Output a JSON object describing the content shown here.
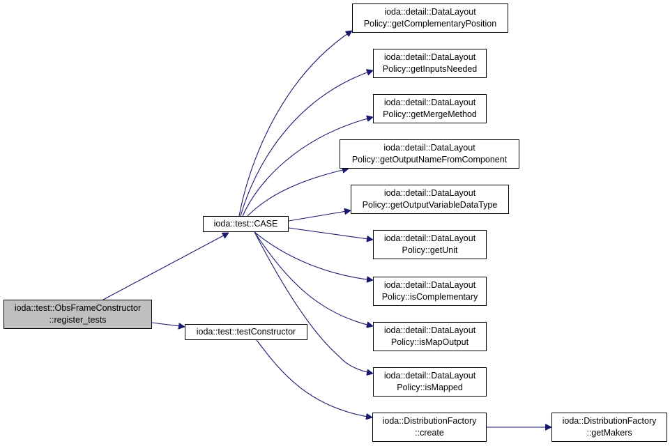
{
  "colors": {
    "edge": "#191970",
    "root_fill": "#bfbfbf",
    "node_fill": "#ffffff",
    "border": "#000000"
  },
  "nodes": {
    "register_tests": {
      "lines": [
        "ioda::test::ObsFrameConstructor",
        "::register_tests"
      ]
    },
    "case": {
      "lines": [
        "ioda::test::CASE"
      ]
    },
    "testConstructor": {
      "lines": [
        "ioda::test::testConstructor"
      ]
    },
    "getComplementaryPosition": {
      "lines": [
        "ioda::detail::DataLayout",
        "Policy::getComplementaryPosition"
      ]
    },
    "getInputsNeeded": {
      "lines": [
        "ioda::detail::DataLayout",
        "Policy::getInputsNeeded"
      ]
    },
    "getMergeMethod": {
      "lines": [
        "ioda::detail::DataLayout",
        "Policy::getMergeMethod"
      ]
    },
    "getOutputNameFromComponent": {
      "lines": [
        "ioda::detail::DataLayout",
        "Policy::getOutputNameFromComponent"
      ]
    },
    "getOutputVariableDataType": {
      "lines": [
        "ioda::detail::DataLayout",
        "Policy::getOutputVariableDataType"
      ]
    },
    "getUnit": {
      "lines": [
        "ioda::detail::DataLayout",
        "Policy::getUnit"
      ]
    },
    "isComplementary": {
      "lines": [
        "ioda::detail::DataLayout",
        "Policy::isComplementary"
      ]
    },
    "isMapOutput": {
      "lines": [
        "ioda::detail::DataLayout",
        "Policy::isMapOutput"
      ]
    },
    "isMapped": {
      "lines": [
        "ioda::detail::DataLayout",
        "Policy::isMapped"
      ]
    },
    "create": {
      "lines": [
        "ioda::DistributionFactory",
        "::create"
      ]
    },
    "getMakers": {
      "lines": [
        "ioda::DistributionFactory",
        "::getMakers"
      ]
    }
  },
  "edges": [
    [
      "register_tests",
      "case"
    ],
    [
      "register_tests",
      "testConstructor"
    ],
    [
      "case",
      "getComplementaryPosition"
    ],
    [
      "case",
      "getInputsNeeded"
    ],
    [
      "case",
      "getMergeMethod"
    ],
    [
      "case",
      "getOutputNameFromComponent"
    ],
    [
      "case",
      "getOutputVariableDataType"
    ],
    [
      "case",
      "getUnit"
    ],
    [
      "case",
      "isComplementary"
    ],
    [
      "case",
      "isMapOutput"
    ],
    [
      "case",
      "isMapped"
    ],
    [
      "testConstructor",
      "create"
    ],
    [
      "create",
      "getMakers"
    ]
  ]
}
